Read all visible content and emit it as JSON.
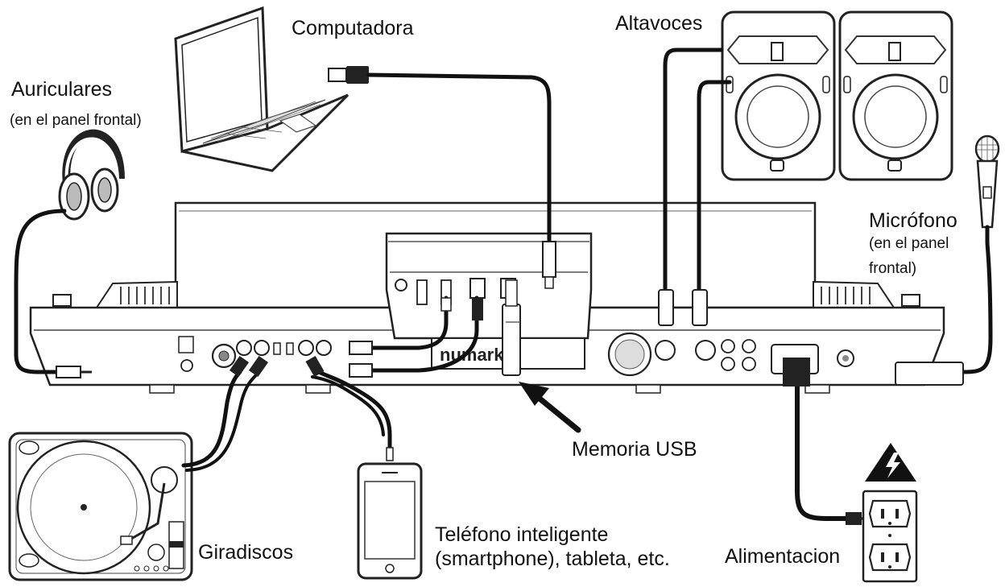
{
  "labels": {
    "computer": "Computadora",
    "speakers": "Altavoces",
    "headphones": "Auriculares",
    "headphones_note": "(en el panel frontal)",
    "microphone": "Micrófono",
    "microphone_note_1": "(en el panel",
    "microphone_note_2": "frontal)",
    "usb_drive": "Memoria USB",
    "turntable": "Giradiscos",
    "smartphone_line_1": "Teléfono inteligente",
    "smartphone_line_2": "(smartphone), tableta, etc.",
    "power": "Alimentacion"
  },
  "device": {
    "brand": "numark"
  },
  "icons": [
    "laptop-icon",
    "speaker-icon",
    "headphones-icon",
    "microphone-icon",
    "turntable-icon",
    "smartphone-icon",
    "usb-drive-icon",
    "power-outlet-icon",
    "warning-icon",
    "arrow-icon"
  ]
}
